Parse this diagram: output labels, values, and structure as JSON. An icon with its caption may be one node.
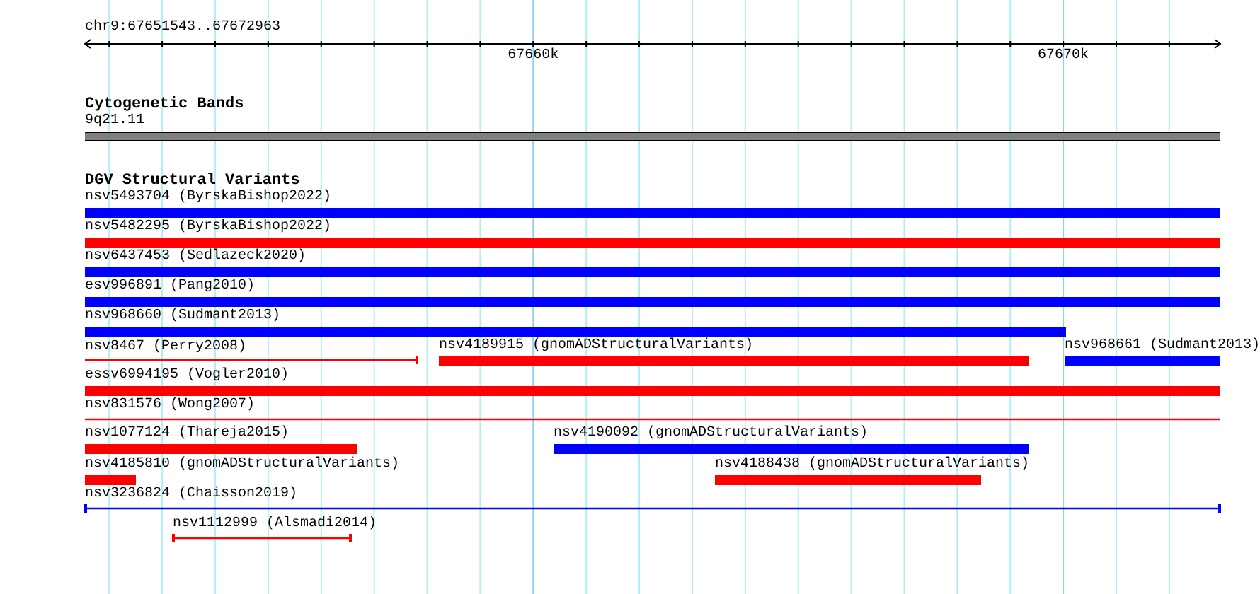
{
  "diagram": {
    "title": "chr9:67651543..67672963",
    "nodes": [
      {
        "text": [
          "Cytogenetic Bands"
        ]
      },
      {
        "text": [
          "9q21.11"
        ],
        "in": 0
      },
      {
        "text": [
          "DGV Structural Variants"
        ]
      },
      {
        "text": [
          "nsv5493704 (ByrskaBishop2022)"
        ],
        "in": 2
      },
      {
        "text": [
          "nsv5482295 (ByrskaBishop2022)"
        ],
        "in": 2
      },
      {
        "text": [
          "nsv6437453 (Sedlazeck2020)"
        ],
        "in": 2
      },
      {
        "text": [
          "esv996891 (Pang2010)"
        ],
        "in": 2
      },
      {
        "text": [
          "nsv968660 (Sudmant2013)"
        ],
        "in": 2
      },
      {
        "text": [
          "nsv8467 (Perry2008)"
        ],
        "in": 2
      },
      {
        "text": [
          "nsv4189915 (gnomADStructuralVariants)"
        ],
        "in": 2
      },
      {
        "text": [
          "nsv968661 (Sudmant2013)"
        ],
        "in": 2
      },
      {
        "text": [
          "essv6994195 (Vogler2010)"
        ],
        "in": 2
      },
      {
        "text": [
          "nsv831576 (Wong2007)"
        ],
        "in": 2
      },
      {
        "text": [
          "nsv1077124 (Thareja2015)"
        ],
        "in": 2
      },
      {
        "text": [
          "nsv4190092 (gnomADStructuralVariants)"
        ],
        "in": 2
      },
      {
        "text": [
          "nsv4185810 (gnomADStructuralVariants)"
        ],
        "in": 2
      },
      {
        "text": [
          "nsv4188438 (gnomADStructuralVariants)"
        ],
        "in": 2
      },
      {
        "text": [
          "nsv3236824 (Chaisson2019)"
        ],
        "in": 2
      },
      {
        "text": [
          "nsv1112999 (Alsmadi2014)"
        ],
        "in": 2
      }
    ],
    "edges": [],
    "labels": [
      "67660k",
      "67670k"
    ]
  }
}
